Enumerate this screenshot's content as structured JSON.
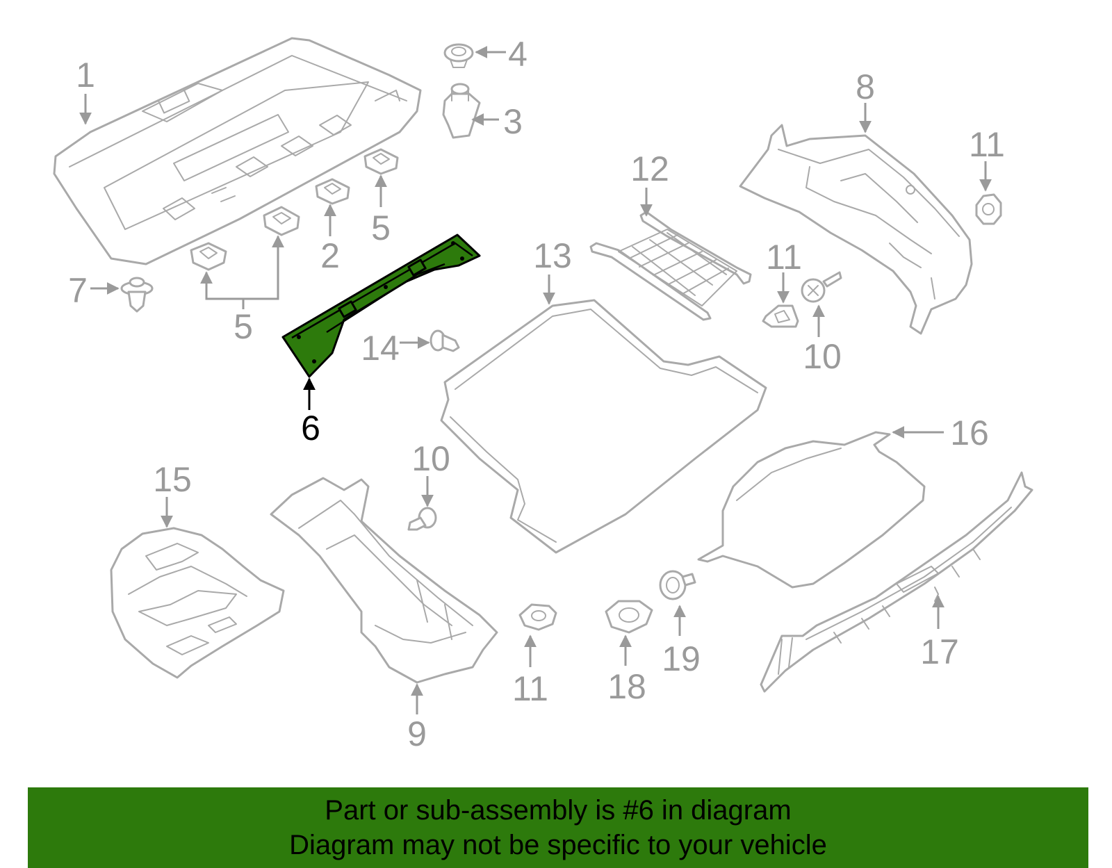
{
  "diagram": {
    "highlight_color": "#2d7a0c",
    "part_color": "#a9a9a9",
    "highlighted_callout": "6",
    "callouts": [
      "1",
      "2",
      "3",
      "4",
      "5",
      "5",
      "6",
      "7",
      "8",
      "9",
      "10",
      "10",
      "11",
      "11",
      "11",
      "12",
      "13",
      "14",
      "15",
      "16",
      "17",
      "18",
      "19"
    ]
  },
  "banner": {
    "line1": "Part or sub-assembly is #6 in diagram",
    "line2": "Diagram may not be specific to your vehicle"
  }
}
